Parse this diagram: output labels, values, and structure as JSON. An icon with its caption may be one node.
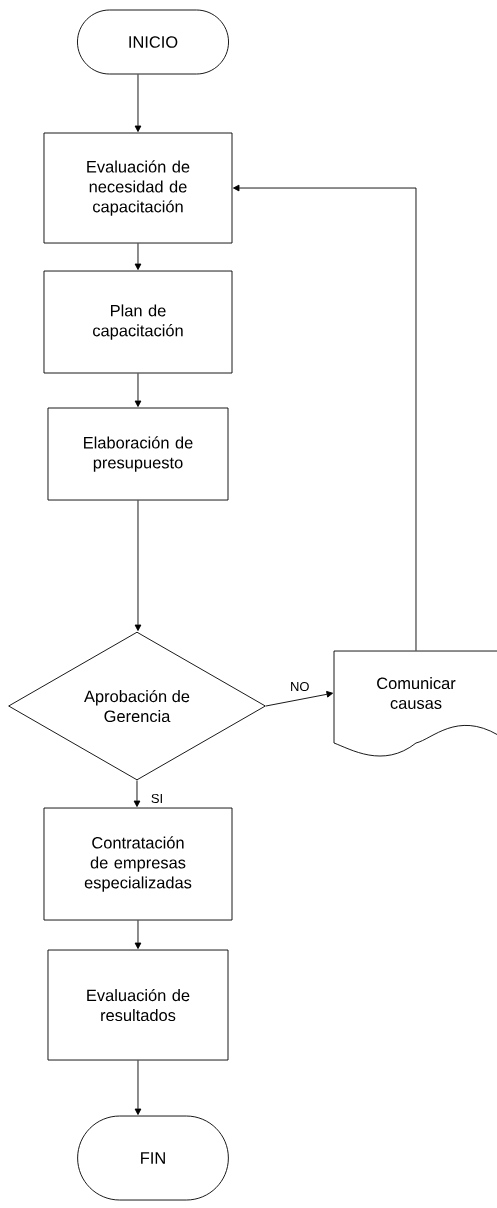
{
  "diagram": {
    "nodes": [
      {
        "text": [
          "INICIO"
        ]
      },
      {
        "text": [
          "Evaluación de necesidad de capacitación"
        ]
      },
      {
        "text": [
          "Plan de capacitación"
        ]
      },
      {
        "text": [
          "Elaboración de presupuesto"
        ]
      },
      {
        "text": [
          "Aprobación de Gerencia"
        ]
      },
      {
        "text": [
          "Comunicar causas"
        ]
      },
      {
        "text": [
          "Contratación de empresas especializadas"
        ]
      },
      {
        "text": [
          "Evaluación de resultados"
        ]
      },
      {
        "text": [
          "FIN"
        ]
      }
    ],
    "edges": [
      {
        "from": 0,
        "to": 1,
        "arrow": "to"
      },
      {
        "from": 1,
        "to": 2,
        "arrow": "to"
      },
      {
        "from": 2,
        "to": 3,
        "arrow": "to"
      },
      {
        "from": 3,
        "to": 4,
        "arrow": "to"
      },
      {
        "from": 4,
        "to": 5,
        "arrow": "to",
        "label": "NO"
      },
      {
        "from": 5,
        "to": 1,
        "arrow": "to"
      },
      {
        "from": 4,
        "to": 6,
        "arrow": "to",
        "label": "SI"
      },
      {
        "from": 6,
        "to": 7,
        "arrow": "to"
      },
      {
        "from": 7,
        "to": 8,
        "arrow": "to"
      }
    ]
  }
}
